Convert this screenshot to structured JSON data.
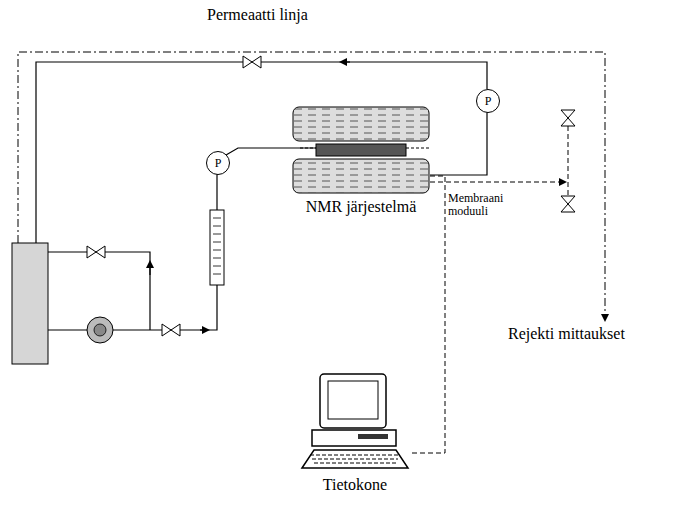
{
  "diagram": {
    "nodes": [
      {
        "text": [
          "P"
        ]
      },
      {
        "text": [
          "P"
        ]
      },
      {
        "text": [
          "NMR järjestelmä"
        ]
      },
      {
        "text": [
          "Tietokone"
        ]
      }
    ],
    "edges": [
      {
        "from": 3,
        "to": 2,
        "arrow": "none"
      }
    ],
    "labels": [
      "Permeaatti linja",
      "Membraani moduuli",
      "Rejekti mittaukset"
    ]
  }
}
